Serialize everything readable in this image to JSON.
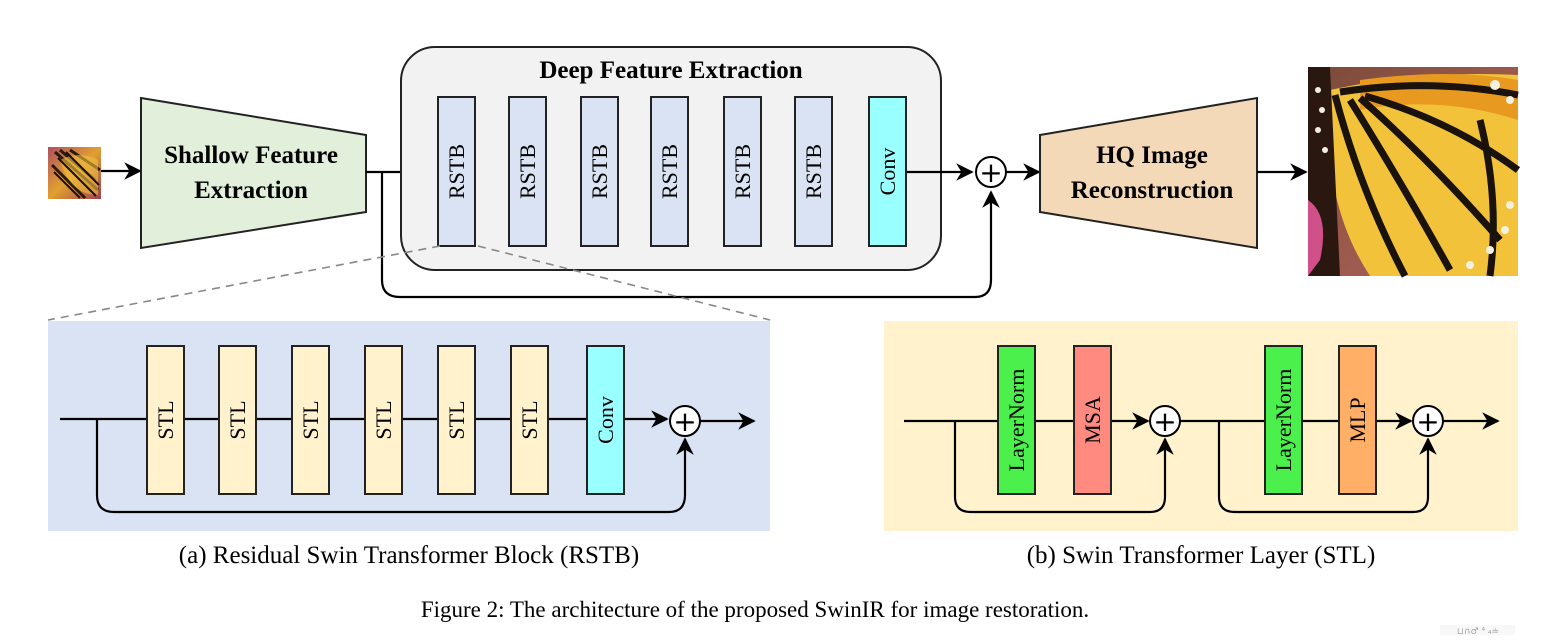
{
  "top": {
    "shallow_label_line1": "Shallow Feature",
    "shallow_label_line2": "Extraction",
    "deep_title": "Deep Feature Extraction",
    "deep_blocks": [
      "RSTB",
      "RSTB",
      "RSTB",
      "RSTB",
      "RSTB",
      "RSTB",
      "Conv"
    ],
    "hq_label_line1": "HQ Image",
    "hq_label_line2": "Reconstruction",
    "add_symbol": "+"
  },
  "panel_a": {
    "blocks": [
      "STL",
      "STL",
      "STL",
      "STL",
      "STL",
      "STL",
      "Conv"
    ],
    "caption": "(a) Residual Swin Transformer Block (RSTB)",
    "add_symbol": "+"
  },
  "panel_b": {
    "blocks": [
      "LayerNorm",
      "MSA",
      "LayerNorm",
      "MLP"
    ],
    "caption": "(b) Swin Transformer Layer (STL)",
    "add_symbol": "+"
  },
  "figure_caption": "Figure 2: The architecture of the proposed SwinIR for image restoration.",
  "colors": {
    "shallow_fill": "#e2efda",
    "deep_bg": "#f2f2f2",
    "rstb_fill": "#dae3f3",
    "conv_fill": "#99ffff",
    "hq_fill": "#f4d9b8",
    "panel_a_bg": "#dae3f3",
    "stl_fill": "#fff2cc",
    "panel_b_bg": "#fff2cc",
    "layernorm_fill": "#4cf04c",
    "msa_fill": "#ff8a80",
    "mlp_fill": "#ffb066"
  }
}
